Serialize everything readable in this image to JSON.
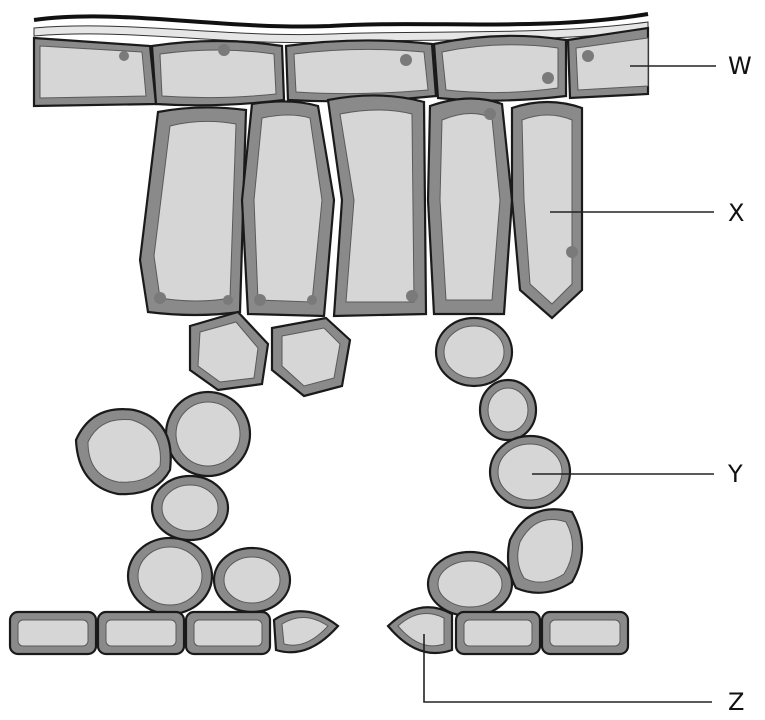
{
  "figure": {
    "labels": {
      "W": "W",
      "X": "X",
      "Y": "Y",
      "Z": "Z"
    },
    "colors": {
      "cell_wall": "#1a1a1a",
      "cytoplasm": "#8a8a8a",
      "vacuole": "#d6d6d6",
      "background": "#ffffff"
    }
  }
}
